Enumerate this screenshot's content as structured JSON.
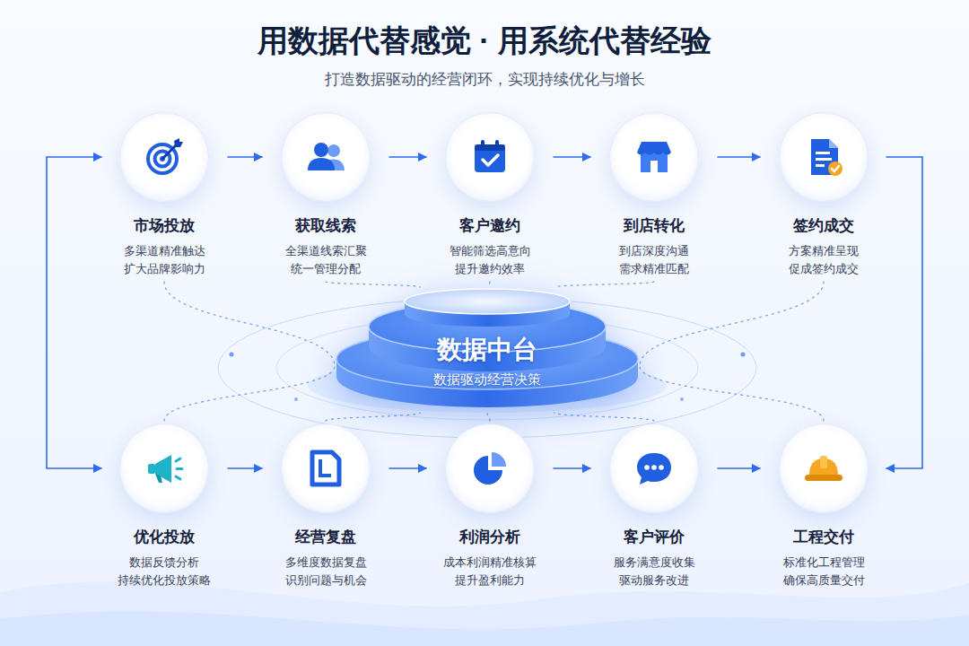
{
  "diagram": {
    "title": "用数据代替感觉 · 用系统代替经验",
    "nodes": [
      {
        "text": [
          "市场投放",
          "多渠道精准触达 扩大品牌影响力"
        ]
      },
      {
        "text": [
          "获取线索",
          "全渠道线索汇聚 统一管理分配"
        ]
      },
      {
        "text": [
          "客户邀约",
          "智能筛选高意向 提升邀约效率"
        ]
      },
      {
        "text": [
          "到店转化",
          "到店深度沟通 需求精准匹配"
        ]
      },
      {
        "text": [
          "签约成交",
          "方案精准呈现 促成签约成交"
        ]
      },
      {
        "text": [
          "数据中台",
          "数据驱动经营决策"
        ]
      },
      {
        "text": [
          "优化投放",
          "数据反馈分析 持续优化投放策略"
        ]
      },
      {
        "text": [
          "经营复盘",
          "多维度数据复盘 识别问题与机会"
        ]
      },
      {
        "text": [
          "利润分析",
          "成本利润精准核算 提升盈利能力"
        ]
      },
      {
        "text": [
          "客户评价",
          "服务满意度收集 驱动服务改进"
        ]
      },
      {
        "text": [
          "工程交付",
          "标准化工程管理 确保高质量交付"
        ]
      }
    ],
    "edges": [
      {
        "from": 0,
        "to": 1,
        "arrow": "to"
      },
      {
        "from": 1,
        "to": 2,
        "arrow": "to"
      },
      {
        "from": 2,
        "to": 3,
        "arrow": "to"
      },
      {
        "from": 3,
        "to": 4,
        "arrow": "to"
      },
      {
        "from": 4,
        "to": 10,
        "arrow": "to"
      },
      {
        "from": 6,
        "to": 7,
        "arrow": "to"
      },
      {
        "from": 7,
        "to": 8,
        "arrow": "to"
      },
      {
        "from": 8,
        "to": 9,
        "arrow": "to"
      },
      {
        "from": 9,
        "to": 10,
        "arrow": "to"
      },
      {
        "from": 0,
        "to": 6,
        "arrow": "both"
      },
      {
        "from": 0,
        "to": 5,
        "arrow": "none"
      },
      {
        "from": 1,
        "to": 5,
        "arrow": "none"
      },
      {
        "from": 2,
        "to": 5,
        "arrow": "none"
      },
      {
        "from": 3,
        "to": 5,
        "arrow": "none"
      },
      {
        "from": 4,
        "to": 5,
        "arrow": "none"
      },
      {
        "from": 6,
        "to": 5,
        "arrow": "none"
      },
      {
        "from": 7,
        "to": 5,
        "arrow": "none"
      },
      {
        "from": 8,
        "to": 5,
        "arrow": "none"
      },
      {
        "from": 9,
        "to": 5,
        "arrow": "none"
      },
      {
        "from": 10,
        "to": 5,
        "arrow": "none"
      }
    ],
    "labels": [
      "打造数据驱动的经营闭环，实现持续优化与增长"
    ]
  }
}
